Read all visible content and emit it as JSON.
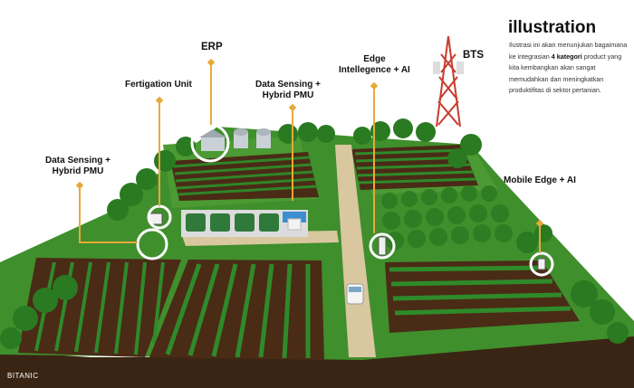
{
  "labels": {
    "erp": "ERP",
    "fertigation": "Fertigation Unit",
    "data_sensing_center": "Data Sensing +\nHybrid PMU",
    "edge": "Edge\nIntellegence + AI",
    "bts": "BTS",
    "data_sensing_left": "Data Sensing +\nHybrid PMU",
    "mobile_edge": "Mobile Edge + AI"
  },
  "info": {
    "title": "illustration",
    "text_before": "Ilustrasi ini akan menunjukan bagaimana  ke integrasian ",
    "text_bold": "4 kategori",
    "text_after": " product yang kita kembangkan akan sangat memudahkan dan meningkatkan produktifitas di sektor pertanian."
  },
  "brand": "BITANIC",
  "colors": {
    "grass": "#3f8f2c",
    "grass_dark": "#2d6e1f",
    "soil": "#5a3419",
    "dirt_front": "#3a2514",
    "crop": "#2f8a2a",
    "road": "#d9c7a0",
    "accent": "#e8a93a",
    "tank": "#2f7a3a",
    "bts_red": "#c83c2f"
  },
  "icons": [
    "warehouse-icon",
    "tank-icon",
    "sensor-icon",
    "tower-icon",
    "truck-icon",
    "tree-icon"
  ]
}
